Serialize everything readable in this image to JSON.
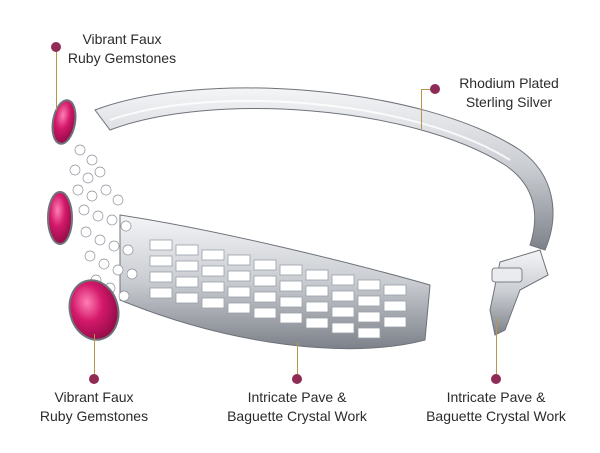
{
  "colors": {
    "dot": "#8f2b55",
    "leader": "#b5964a",
    "metal_light": "#f4f5f7",
    "metal_mid": "#c9ccd1",
    "metal_dark": "#7d8189",
    "ruby": "#d4196b",
    "ruby_dark": "#8e0a43"
  },
  "callouts": {
    "top_left": {
      "line1": "Vibrant Faux",
      "line2": "Ruby Gemstones"
    },
    "top_right": {
      "line1": "Rhodium Plated",
      "line2": "Sterling Silver"
    },
    "bottom_left": {
      "line1": "Vibrant Faux",
      "line2": "Ruby Gemstones"
    },
    "bottom_center": {
      "line1": "Intricate Pave &",
      "line2": "Baguette Crystal Work"
    },
    "bottom_right": {
      "line1": "Intricate Pave &",
      "line2": "Baguette Crystal Work"
    }
  }
}
